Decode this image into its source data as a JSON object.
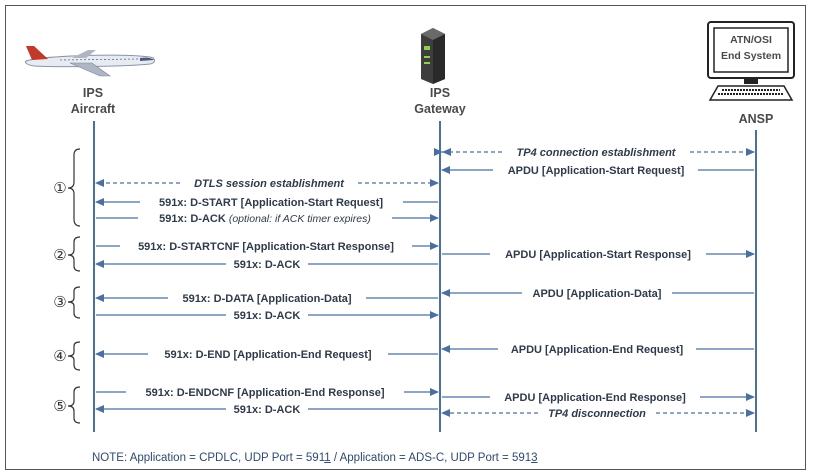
{
  "entities": {
    "aircraft": {
      "line1": "IPS",
      "line2": "Aircraft"
    },
    "gateway": {
      "line1": "IPS",
      "line2": "Gateway"
    },
    "ansp": {
      "label": "ANSP",
      "screen_line1": "ATN/OSI",
      "screen_line2": "End System"
    }
  },
  "messages": {
    "tp4_connect": "TP4 connection establishment",
    "apdu_start_req": "APDU [Application-Start Request]",
    "dtls": "DTLS session establishment",
    "d_start": "591x: D-START [Application-Start Request]",
    "d_ack_1": "591x: D-ACK",
    "d_ack_1_note": "(optional: if ACK timer expires)",
    "d_startcnf": "591x: D-STARTCNF [Application-Start Response]",
    "apdu_start_resp": "APDU [Application-Start Response]",
    "d_ack_2": "591x: D-ACK",
    "d_data": "591x: D-DATA [Application-Data]",
    "apdu_data": "APDU [Application-Data]",
    "d_ack_3": "591x: D-ACK",
    "d_end": "591x: D-END [Application-End Request]",
    "apdu_end_req": "APDU [Application-End Request]",
    "d_endcnf": "591x: D-ENDCNF [Application-End Response]",
    "apdu_end_resp": "APDU [Application-End Response]",
    "d_ack_5": "591x: D-ACK",
    "tp4_disconnect": "TP4 disconnection"
  },
  "steps": [
    "①",
    "②",
    "③",
    "④",
    "⑤"
  ],
  "note": {
    "prefix": "NOTE:  Application = CPDLC, UDP Port = 591",
    "digit1": "1",
    "middle": "  /  Application = ADS-C, UDP Port = 591",
    "digit2": "3"
  },
  "colors": {
    "line": "#4a6fa0",
    "text": "#2f3a4a"
  }
}
